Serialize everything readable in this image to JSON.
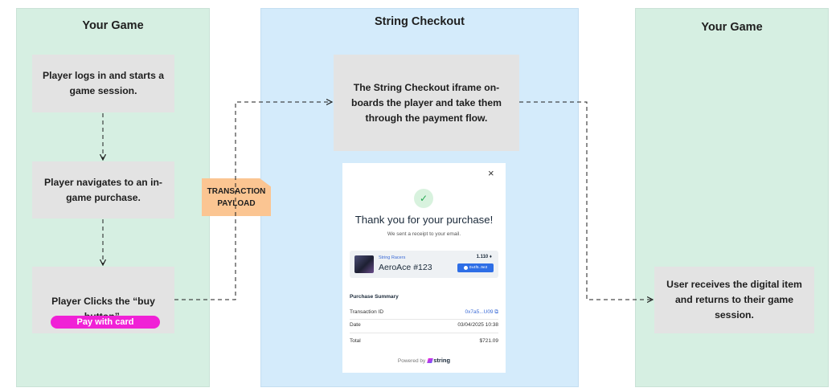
{
  "lanes": {
    "left_title": "Your Game",
    "center_title": "String Checkout",
    "right_title": "Your Game"
  },
  "steps": {
    "login": "Player logs in and starts a game session.",
    "navigate": "Player navigates to an in-game purchase.",
    "buy": "Player Clicks the “buy button”.",
    "onboard": "The String Checkout iframe on-boards the player and take them through the payment flow.",
    "receive": "User receives the digital item and returns to their game session."
  },
  "pay_button_label": "Pay with card",
  "payload": {
    "line1": "TRANSACTION",
    "line2": "PAYLOAD"
  },
  "checkout": {
    "close_glyph": "×",
    "check_glyph": "✓",
    "thanks_title": "Thank you for your purchase!",
    "receipt_note": "We sent a receipt to your email.",
    "item_brand": "String Racers",
    "item_name": "AeroAce #123",
    "item_price": "1.110 ♦",
    "item_chip": "0x4f5..9e3",
    "summary_title": "Purchase Summary",
    "tx_label": "Transaction ID",
    "tx_value": "0x7a5...U09 ⧉",
    "date_label": "Date",
    "date_value": "03/04/2025 10:38",
    "total_label": "Total",
    "total_value": "$721.09",
    "powered_by": "Powered by",
    "brand_name": "string"
  },
  "colors": {
    "game_lane": "#d6efe2",
    "checkout_lane": "#d4ebfb",
    "step_box": "#e3e3e3",
    "pay_button": "#f021d6",
    "payload_note": "#fbc592",
    "arrow": "#1e1e1e"
  }
}
